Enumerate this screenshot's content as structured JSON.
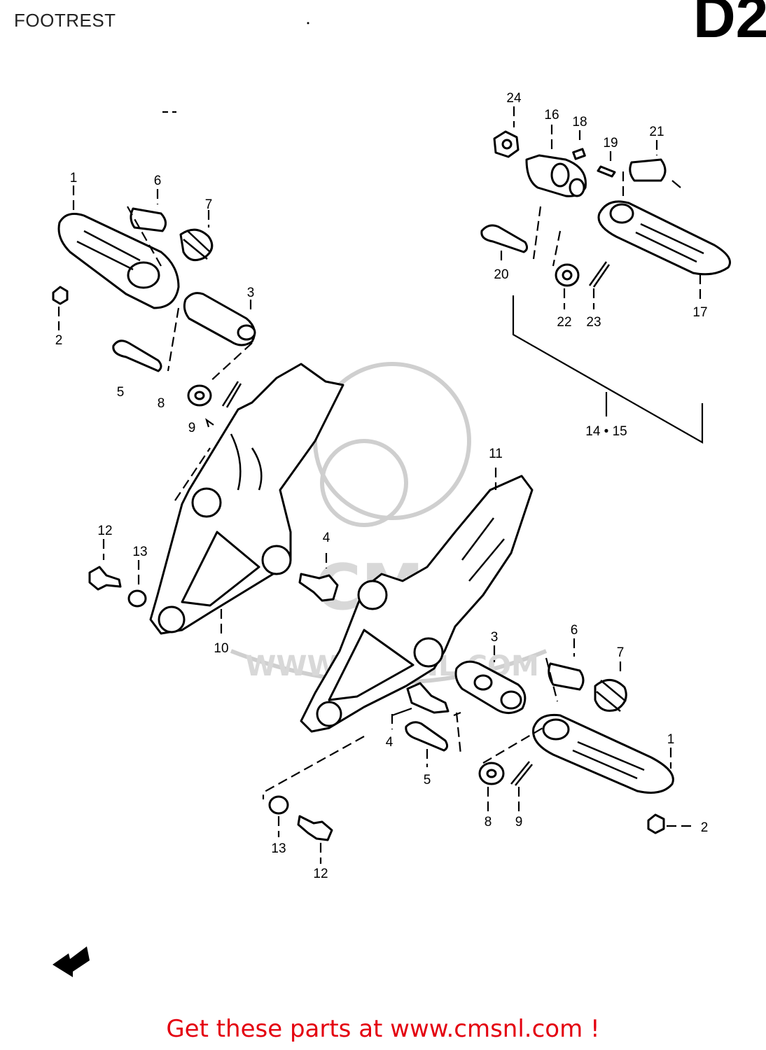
{
  "header": {
    "title": "FOOTREST",
    "section_code": "D2"
  },
  "labels": {
    "l1a": "1",
    "l2a": "2",
    "l3a": "3",
    "l4a": "4",
    "l5a": "5",
    "l6a": "6",
    "l7a": "7",
    "l8a": "8",
    "l9a": "9",
    "l10": "10",
    "l11": "11",
    "l12a": "12",
    "l13a": "13",
    "l14_15": "14 • 15",
    "l16": "16",
    "l17": "17",
    "l18": "18",
    "l19": "19",
    "l20": "20",
    "l21": "21",
    "l22": "22",
    "l23": "23",
    "l24": "24",
    "l1b": "1",
    "l2b": "2",
    "l3b": "3",
    "l4b": "4",
    "l5b": "5",
    "l6b": "6",
    "l7b": "7",
    "l8b": "8",
    "l9b": "9",
    "l12b": "12",
    "l13b": "13"
  },
  "watermark": {
    "text": "WWW.CMSNL.COM",
    "brand": "CMS"
  },
  "footer": {
    "text": "Get these parts at www.cmsnl.com !"
  }
}
